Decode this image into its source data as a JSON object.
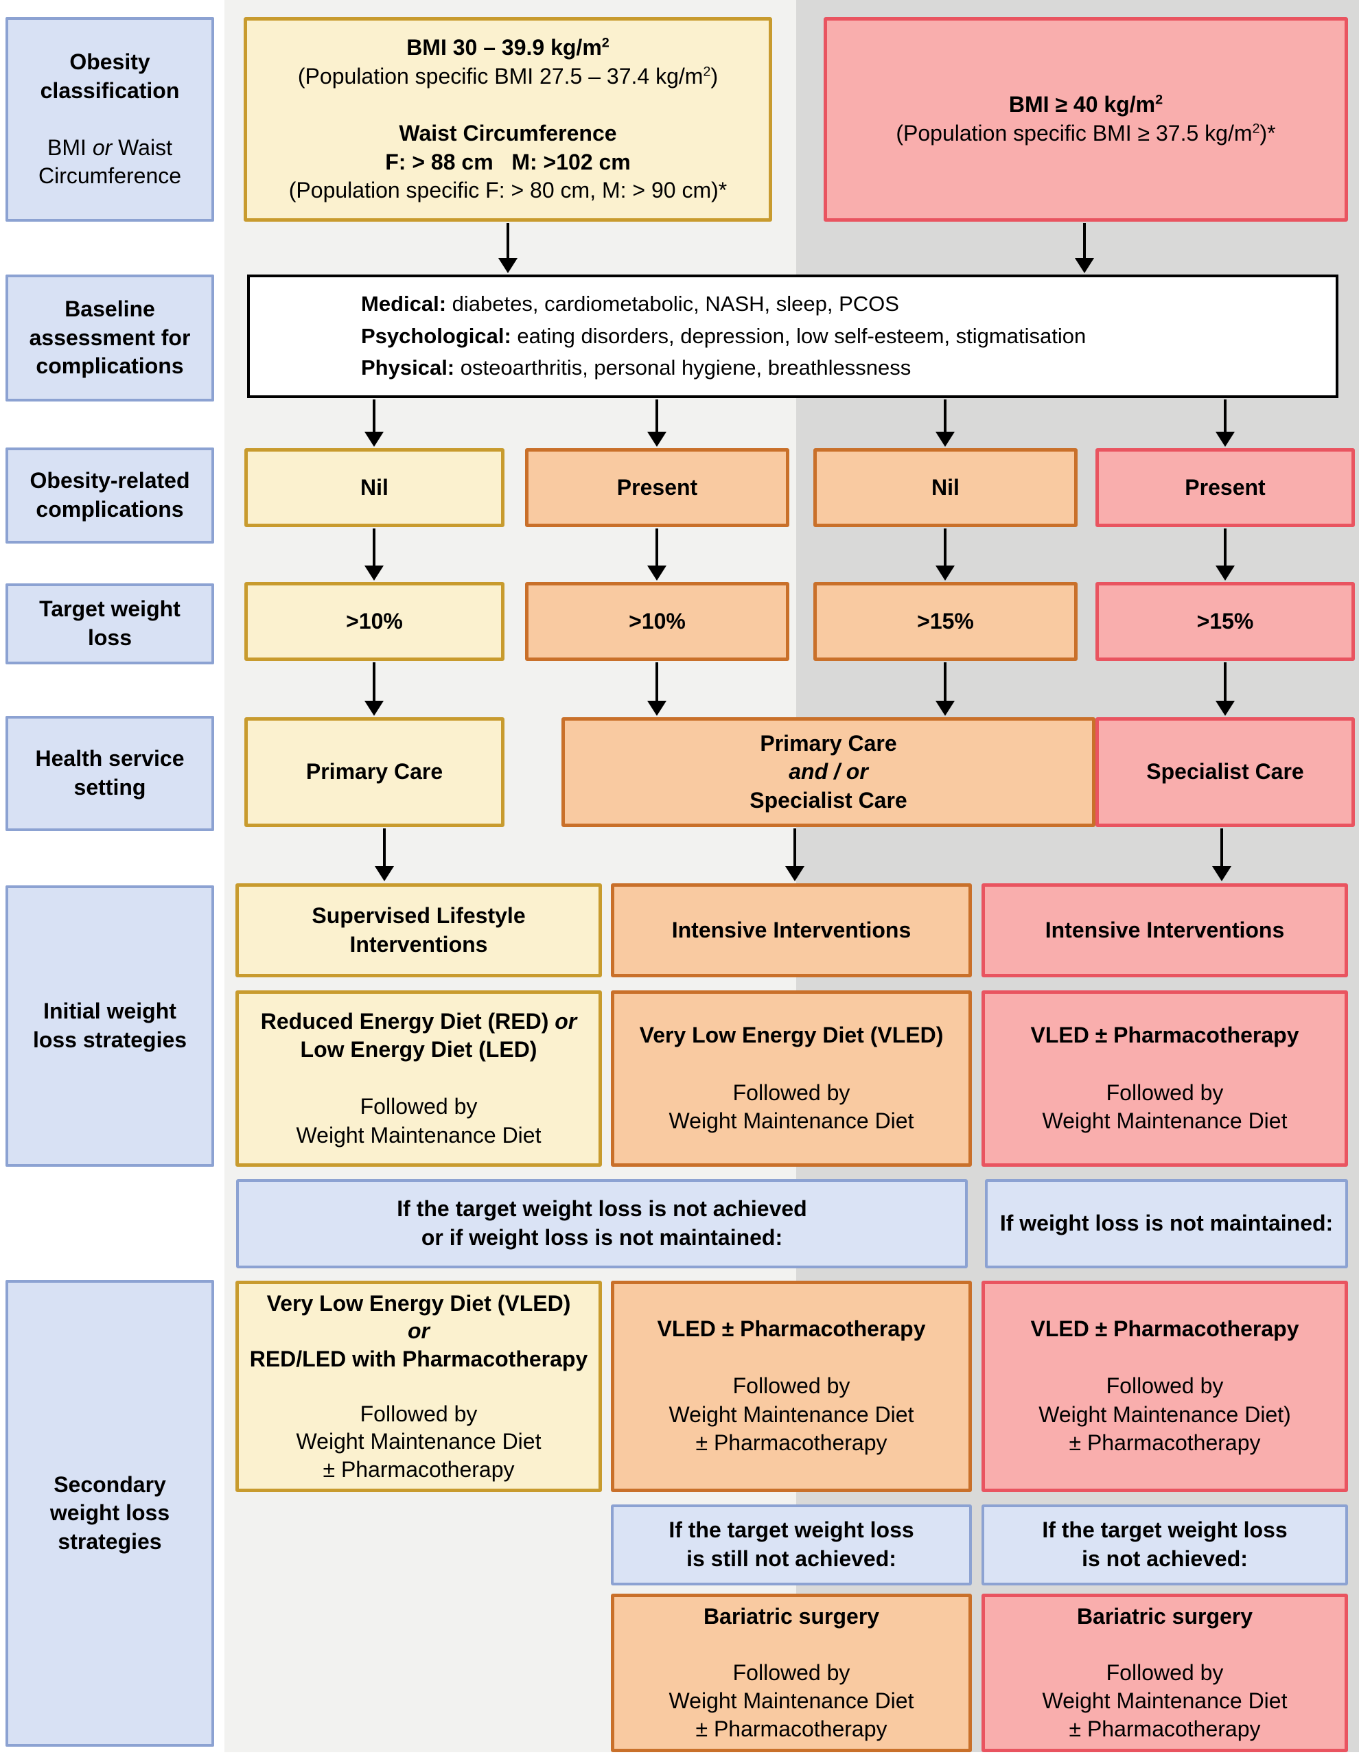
{
  "colors": {
    "yellow_fill": "#FBF1CF",
    "yellow_border": "#C89B2E",
    "orange_fill": "#F9CAA1",
    "orange_border": "#C9702A",
    "pink_fill": "#F9AEAD",
    "pink_border": "#E95460",
    "blue_fill": "#DAE3F5",
    "blue_border": "#8CA2D2",
    "panel_light": "#F2F2F0",
    "panel_dark": "#D9D9D8",
    "arrow": "#000000"
  },
  "labels": {
    "classification": [
      [
        {
          "t": "Obesity",
          "b": true
        }
      ],
      [
        {
          "t": "classification",
          "b": true
        }
      ],
      [
        {
          "t": ""
        }
      ],
      [
        {
          "t": "BMI "
        },
        {
          "t": "or",
          "i": true
        },
        {
          "t": " Waist"
        }
      ],
      [
        {
          "t": "Circumference"
        }
      ]
    ],
    "baseline": [
      [
        {
          "t": "Baseline",
          "b": true
        }
      ],
      [
        {
          "t": "assessment for",
          "b": true
        }
      ],
      [
        {
          "t": "complications",
          "b": true
        }
      ]
    ],
    "complications": [
      [
        {
          "t": "Obesity-related",
          "b": true
        }
      ],
      [
        {
          "t": "complications",
          "b": true
        }
      ]
    ],
    "target": [
      [
        {
          "t": "Target weight",
          "b": true
        }
      ],
      [
        {
          "t": "loss",
          "b": true
        }
      ]
    ],
    "health": [
      [
        {
          "t": "Health service",
          "b": true
        }
      ],
      [
        {
          "t": "setting",
          "b": true
        }
      ]
    ],
    "initial": [
      [
        {
          "t": "Initial weight",
          "b": true
        }
      ],
      [
        {
          "t": "loss strategies",
          "b": true
        }
      ]
    ],
    "secondary": [
      [
        {
          "t": "Secondary",
          "b": true
        }
      ],
      [
        {
          "t": "weight loss",
          "b": true
        }
      ],
      [
        {
          "t": "strategies",
          "b": true
        }
      ]
    ]
  },
  "boxes": {
    "bmi30": [
      [
        {
          "t": "BMI 30 – 39.9 kg/m",
          "b": true
        },
        {
          "t": "2",
          "b": true,
          "sup": true
        }
      ],
      [
        {
          "t": "(Population specific BMI 27.5 – 37.4 kg/m"
        },
        {
          "t": "2",
          "sup": true
        },
        {
          "t": ")"
        }
      ],
      [
        {
          "t": ""
        }
      ],
      [
        {
          "t": "Waist Circumference",
          "b": true
        }
      ],
      [
        {
          "t": "F: > 88 cm   M: >102 cm",
          "b": true
        }
      ],
      [
        {
          "t": "(Population specific F: > 80 cm, M: > 90 cm)*"
        }
      ]
    ],
    "bmi40": [
      [
        {
          "t": "BMI ≥ 40 kg/m",
          "b": true
        },
        {
          "t": "2",
          "b": true,
          "sup": true
        }
      ],
      [
        {
          "t": "(Population specific BMI ≥ 37.5 kg/m"
        },
        {
          "t": "2",
          "sup": true
        },
        {
          "t": ")*"
        }
      ]
    ],
    "baseline": [
      [
        {
          "t": "Medical:",
          "b": true
        },
        {
          "t": " diabetes, cardiometabolic, NASH, sleep, PCOS"
        }
      ],
      [
        {
          "t": "Psychological:",
          "b": true
        },
        {
          "t": " eating disorders, depression, low self-esteem, stigmatisation"
        }
      ],
      [
        {
          "t": "Physical:",
          "b": true
        },
        {
          "t": " osteoarthritis, personal hygiene, breathlessness"
        }
      ]
    ],
    "comp_nil_a": [
      [
        {
          "t": "Nil",
          "b": true
        }
      ]
    ],
    "comp_present_a": [
      [
        {
          "t": "Present",
          "b": true
        }
      ]
    ],
    "comp_nil_b": [
      [
        {
          "t": "Nil",
          "b": true
        }
      ]
    ],
    "comp_present_b": [
      [
        {
          "t": "Present",
          "b": true
        }
      ]
    ],
    "target_10_a": [
      [
        {
          "t": ">10%",
          "b": true
        }
      ]
    ],
    "target_10_b": [
      [
        {
          "t": ">10%",
          "b": true
        }
      ]
    ],
    "target_15_a": [
      [
        {
          "t": ">15%",
          "b": true
        }
      ]
    ],
    "target_15_b": [
      [
        {
          "t": ">15%",
          "b": true
        }
      ]
    ],
    "primary_care": [
      [
        {
          "t": "Primary Care",
          "b": true
        }
      ]
    ],
    "primary_specialist": [
      [
        {
          "t": "Primary Care",
          "b": true
        }
      ],
      [
        {
          "t": "and / or",
          "b": true,
          "i": true
        }
      ],
      [
        {
          "t": "Specialist Care",
          "b": true
        }
      ]
    ],
    "specialist_care": [
      [
        {
          "t": "Specialist Care",
          "b": true
        }
      ]
    ],
    "supervised": [
      [
        {
          "t": "Supervised Lifestyle",
          "b": true
        }
      ],
      [
        {
          "t": "Interventions",
          "b": true
        }
      ]
    ],
    "intensive_b": [
      [
        {
          "t": "Intensive Interventions",
          "b": true
        }
      ]
    ],
    "intensive_c": [
      [
        {
          "t": "Intensive Interventions",
          "b": true
        }
      ]
    ],
    "init_a": [
      [
        {
          "t": "Reduced Energy Diet (RED) ",
          "b": true
        },
        {
          "t": "or",
          "b": true,
          "i": true
        }
      ],
      [
        {
          "t": "Low Energy Diet (LED)",
          "b": true
        }
      ],
      [
        {
          "t": ""
        }
      ],
      [
        {
          "t": "Followed by"
        }
      ],
      [
        {
          "t": "Weight Maintenance Diet"
        }
      ]
    ],
    "init_b": [
      [
        {
          "t": "Very Low Energy Diet (VLED)",
          "b": true
        }
      ],
      [
        {
          "t": ""
        }
      ],
      [
        {
          "t": "Followed by"
        }
      ],
      [
        {
          "t": "Weight Maintenance Diet"
        }
      ]
    ],
    "init_c": [
      [
        {
          "t": "VLED ± Pharmacotherapy",
          "b": true
        }
      ],
      [
        {
          "t": ""
        }
      ],
      [
        {
          "t": "Followed by"
        }
      ],
      [
        {
          "t": "Weight Maintenance Diet"
        }
      ]
    ],
    "cond1_wide": [
      [
        {
          "t": "If the target weight loss is not achieved",
          "b": true
        }
      ],
      [
        {
          "t": "or if weight loss is not maintained:",
          "b": true
        }
      ]
    ],
    "cond1_right": [
      [
        {
          "t": "If weight loss is not maintained:",
          "b": true
        }
      ]
    ],
    "sec_a": [
      [
        {
          "t": "Very Low Energy Diet (VLED)",
          "b": true
        }
      ],
      [
        {
          "t": "or",
          "b": true,
          "i": true
        }
      ],
      [
        {
          "t": "RED/LED with Pharmacotherapy",
          "b": true
        }
      ],
      [
        {
          "t": ""
        }
      ],
      [
        {
          "t": "Followed by"
        }
      ],
      [
        {
          "t": "Weight Maintenance Diet"
        }
      ],
      [
        {
          "t": "± Pharmacotherapy"
        }
      ]
    ],
    "sec_b": [
      [
        {
          "t": "VLED ± Pharmacotherapy",
          "b": true
        }
      ],
      [
        {
          "t": ""
        }
      ],
      [
        {
          "t": "Followed by"
        }
      ],
      [
        {
          "t": "Weight Maintenance Diet"
        }
      ],
      [
        {
          "t": "± Pharmacotherapy"
        }
      ]
    ],
    "sec_c": [
      [
        {
          "t": "VLED ± Pharmacotherapy",
          "b": true
        }
      ],
      [
        {
          "t": ""
        }
      ],
      [
        {
          "t": "Followed by"
        }
      ],
      [
        {
          "t": "Weight Maintenance Diet)"
        }
      ],
      [
        {
          "t": "± Pharmacotherapy"
        }
      ]
    ],
    "cond2_b": [
      [
        {
          "t": "If the target weight loss",
          "b": true
        }
      ],
      [
        {
          "t": "is still not achieved:",
          "b": true
        }
      ]
    ],
    "cond2_c": [
      [
        {
          "t": "If the target weight loss",
          "b": true
        }
      ],
      [
        {
          "t": "is not achieved:",
          "b": true
        }
      ]
    ],
    "bar_b": [
      [
        {
          "t": "Bariatric surgery",
          "b": true
        }
      ],
      [
        {
          "t": ""
        }
      ],
      [
        {
          "t": "Followed by"
        }
      ],
      [
        {
          "t": "Weight Maintenance Diet"
        }
      ],
      [
        {
          "t": "± Pharmacotherapy"
        }
      ]
    ],
    "bar_c": [
      [
        {
          "t": "Bariatric surgery",
          "b": true
        }
      ],
      [
        {
          "t": ""
        }
      ],
      [
        {
          "t": "Followed by"
        }
      ],
      [
        {
          "t": "Weight Maintenance Diet"
        }
      ],
      [
        {
          "t": "± Pharmacotherapy"
        }
      ]
    ]
  }
}
